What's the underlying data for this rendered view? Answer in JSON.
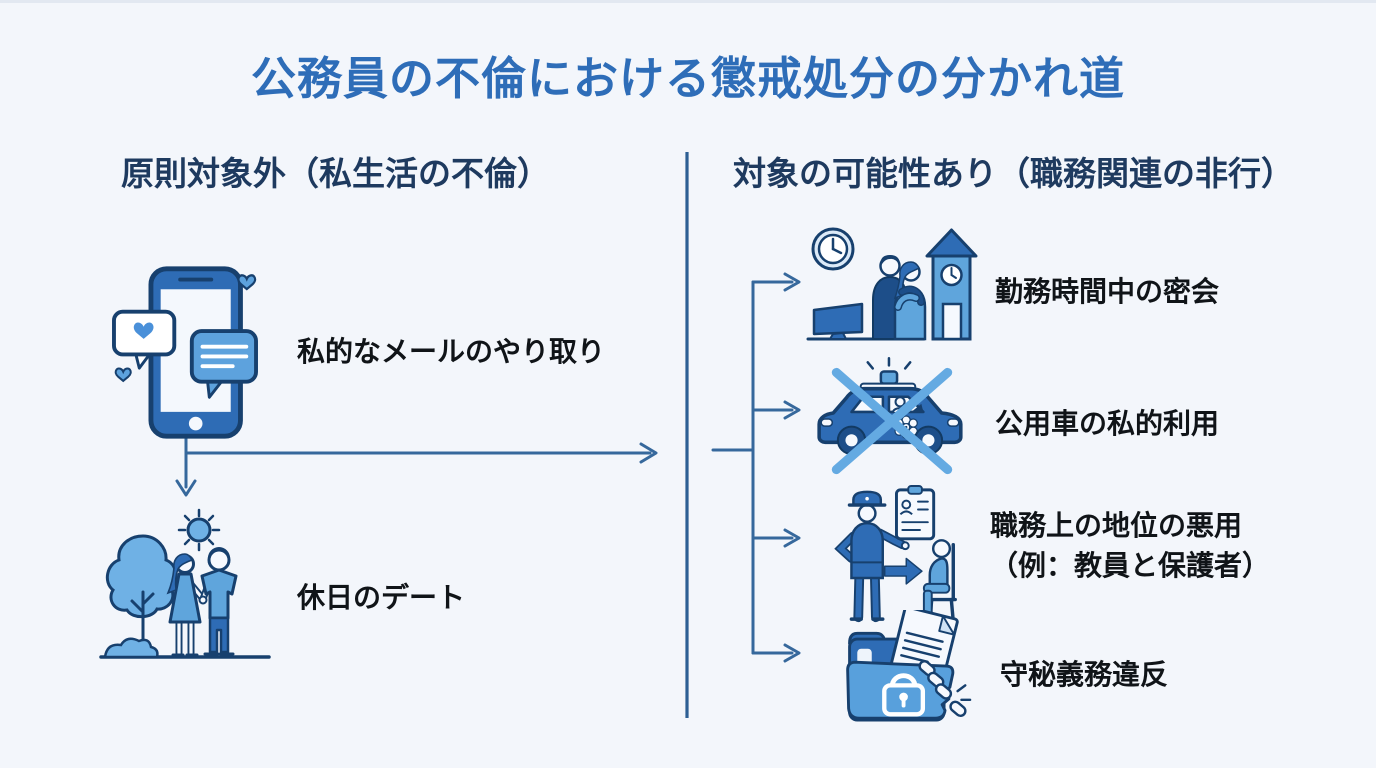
{
  "title": "公務員の不倫における懲戒処分の分かれ道",
  "left_section": {
    "header": "原則対象外（私生活の不倫）",
    "items": [
      {
        "label": "私的なメールのやり取り",
        "icon": "smartphone-love-chat-icon"
      },
      {
        "label": "休日のデート",
        "icon": "holiday-date-couple-icon"
      }
    ]
  },
  "right_section": {
    "header": "対象の可能性あり（職務関連の非行）",
    "items": [
      {
        "label": "勤務時間中の密会",
        "icon": "worktime-rendezvous-icon"
      },
      {
        "label": "公用車の私的利用",
        "icon": "official-car-crossed-icon"
      },
      {
        "label": "職務上の地位の悪用",
        "label_sub": "（例：教員と保護者）",
        "icon": "position-abuse-icon"
      },
      {
        "label": "守秘義務違反",
        "icon": "confidentiality-breach-icon"
      }
    ]
  },
  "colors": {
    "background": "#f3f6fb",
    "title_blue": "#2e6db8",
    "header_navy": "#1e3a5f",
    "label_black": "#101418",
    "connector_blue": "#36689c",
    "divider_blue": "#2d5f94",
    "icon_outline": "#17406e",
    "icon_mid_blue": "#2e6cb5",
    "icon_light_blue": "#5fa5dc",
    "cross_sky_blue": "#64aae2"
  }
}
